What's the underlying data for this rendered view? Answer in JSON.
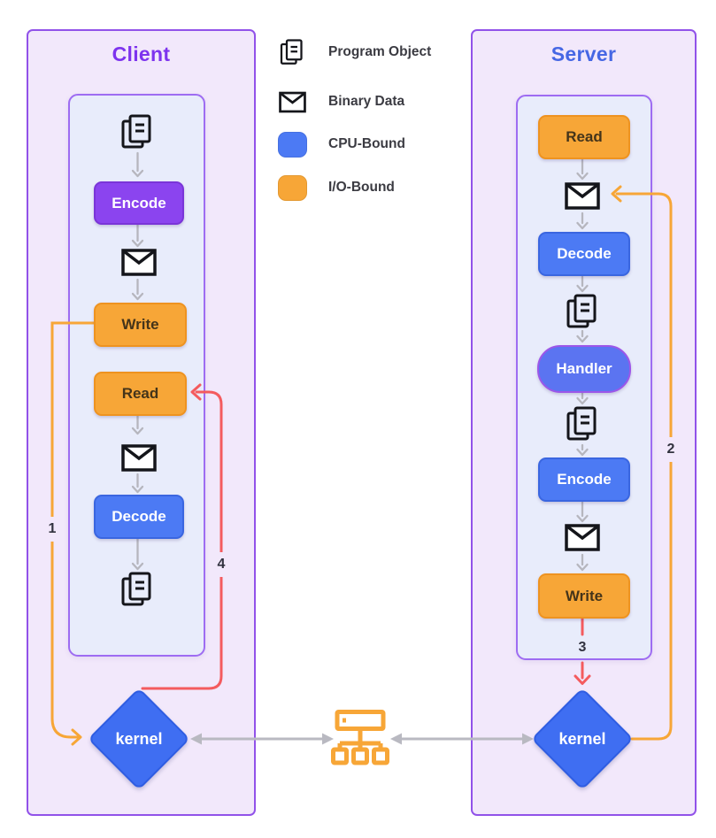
{
  "client": {
    "title": "Client",
    "steps": {
      "encode": "Encode",
      "write": "Write",
      "read": "Read",
      "decode": "Decode"
    },
    "kernel_label": "kernel"
  },
  "server": {
    "title": "Server",
    "steps": {
      "read": "Read",
      "decode": "Decode",
      "handler": "Handler",
      "encode": "Encode",
      "write": "Write"
    },
    "kernel_label": "kernel"
  },
  "legend": {
    "items": [
      {
        "label": "Program Object",
        "icon": "program-object-icon"
      },
      {
        "label": "Binary Data",
        "icon": "binary-data-icon"
      },
      {
        "label": "CPU-Bound",
        "swatch": "#4c7af4"
      },
      {
        "label": "I/O-Bound",
        "swatch": "#f7a637"
      }
    ]
  },
  "sequence_labels": {
    "n1": "1",
    "n2": "2",
    "n3": "3",
    "n4": "4"
  },
  "colors": {
    "cpu_bound_blue": "#4c7af4",
    "io_bound_orange": "#f7a637",
    "encode_purple": "#8b44ef",
    "handler_blue": "#5b74f1",
    "kernel_blue": "#3f6ef2",
    "client_title_purple": "#7d33ee",
    "server_title_blue": "#4667e4",
    "panel_border_purple": "#9152e9",
    "request_path_orange": "#f7a637",
    "response_path_red": "#f45b5e",
    "flow_arrow_gray": "#b6b6be"
  }
}
